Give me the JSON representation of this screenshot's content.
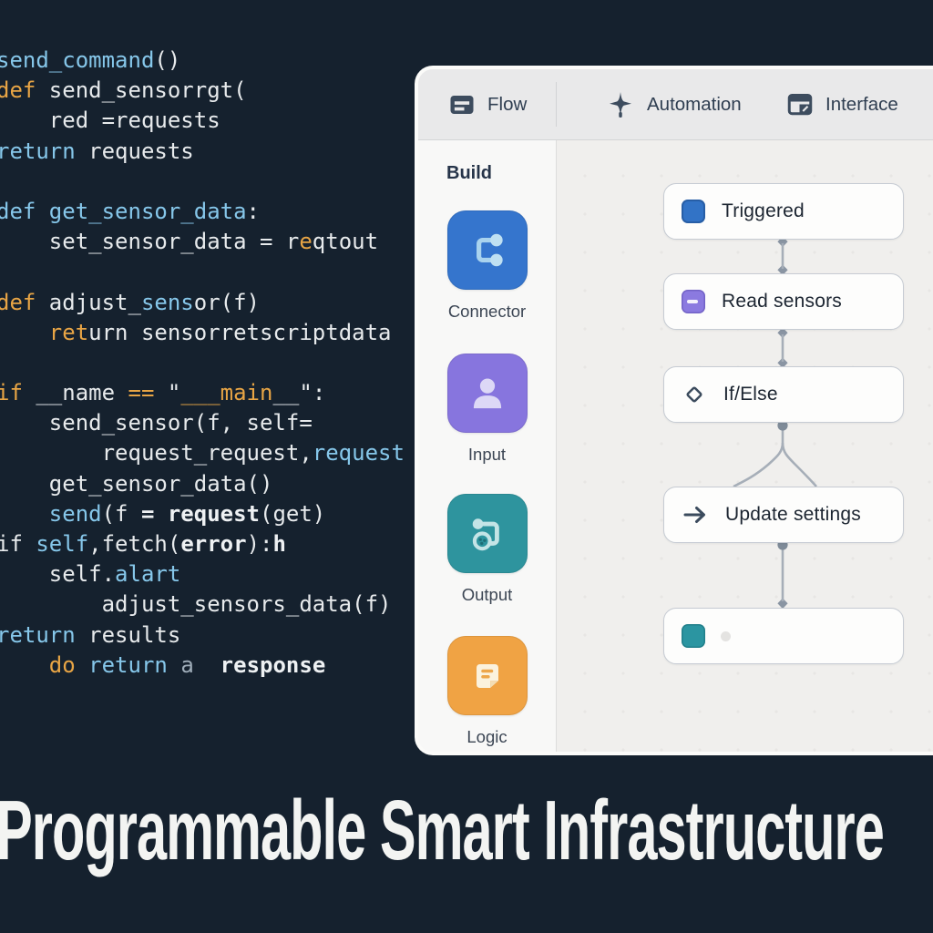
{
  "app": {
    "headline": "Programmable Smart Infrastructure"
  },
  "colors": {
    "background": "#15212e",
    "panel_bg": "#f7f7f6",
    "tabbar_bg": "#e9e9ea",
    "canvas_bg": "#f0efed",
    "code_keyword_orange": "#e8a545",
    "code_builtin_blue": "#86c7ea",
    "code_plain": "#e7eaec",
    "connector_blue": "#3575cd",
    "input_purple": "#8775de",
    "output_teal": "#2e949e",
    "logic_orange": "#f0a344",
    "node_text": "#1c2531",
    "wire_gray": "#a6aeb8"
  },
  "code": {
    "lines": [
      [
        [
          "b",
          "send_command"
        ],
        [
          "w",
          "()"
        ]
      ],
      [
        [
          "o",
          "def"
        ],
        [
          "w",
          " send_sensorrgt("
        ]
      ],
      [
        [
          "w",
          "    red =requests"
        ]
      ],
      [
        [
          "b",
          "return"
        ],
        [
          "w",
          " requests"
        ]
      ],
      [],
      [
        [
          "b",
          "def get_sensor_data"
        ],
        [
          "w",
          ":"
        ]
      ],
      [
        [
          "w",
          "    set_sensor_data = r"
        ],
        [
          "o",
          "e"
        ],
        [
          "w",
          "qtout"
        ]
      ],
      [],
      [
        [
          "o",
          "def"
        ],
        [
          "w",
          " adjust_"
        ],
        [
          "b",
          "sens"
        ],
        [
          "w",
          "or(f)"
        ]
      ],
      [
        [
          "w",
          "    "
        ],
        [
          "o",
          "ret"
        ],
        [
          "w",
          "urn sensorretscriptdata"
        ]
      ],
      [],
      [
        [
          "o",
          "if"
        ],
        [
          "w",
          " __name "
        ],
        [
          "o",
          "=="
        ],
        [
          "w",
          " \""
        ],
        [
          "o",
          "___main"
        ],
        [
          "w",
          "__\":"
        ]
      ],
      [
        [
          "w",
          "    send_sensor(f, self="
        ]
      ],
      [
        [
          "w",
          "        request_request,"
        ],
        [
          "b",
          "request"
        ]
      ],
      [
        [
          "w",
          "    get_sensor_data()"
        ]
      ],
      [
        [
          "w",
          "    "
        ],
        [
          "b",
          "send"
        ],
        [
          "w",
          "(f "
        ],
        [
          "wb",
          "= request"
        ],
        [
          "w",
          "(get)"
        ]
      ],
      [
        [
          "w",
          "if "
        ],
        [
          "b",
          "self"
        ],
        [
          "w",
          ",fetch("
        ],
        [
          "wb",
          "error"
        ],
        [
          "w",
          "):"
        ],
        [
          "wb",
          "h"
        ]
      ],
      [
        [
          "w",
          "    self."
        ],
        [
          "b",
          "alart"
        ]
      ],
      [
        [
          "w",
          "        adjust_sensors_data(f)"
        ]
      ],
      [
        [
          "b",
          "return"
        ],
        [
          "w",
          " results"
        ]
      ],
      [
        [
          "w",
          "    "
        ],
        [
          "o",
          "do"
        ],
        [
          "w",
          " "
        ],
        [
          "b",
          "return"
        ],
        [
          "w",
          " "
        ],
        [
          "g",
          "a"
        ],
        [
          "w",
          "  "
        ],
        [
          "wb",
          "response"
        ]
      ]
    ]
  },
  "builder": {
    "tabs": [
      {
        "label": "Flow",
        "icon": "flow-icon"
      },
      {
        "label": "Automation",
        "icon": "automation-icon"
      },
      {
        "label": "Interface",
        "icon": "interface-icon"
      }
    ],
    "sidebar": {
      "heading": "Build",
      "items": [
        {
          "label": "Connector",
          "tile_color": "#3575cd",
          "icon": "branch-icon"
        },
        {
          "label": "Input",
          "tile_color": "#8775de",
          "icon": "person-icon"
        },
        {
          "label": "Output",
          "tile_color": "#2e949e",
          "icon": "loop-path-icon"
        },
        {
          "label": "Logic",
          "tile_color": "#f0a344",
          "icon": "note-icon"
        }
      ]
    },
    "canvas": {
      "nodes": [
        {
          "label": "Triggered",
          "icon": "blue-square",
          "icon_color": "#3273c6"
        },
        {
          "label": "Read sensors",
          "icon": "purple-dash",
          "icon_color": "#8b7ae0"
        },
        {
          "label": "If/Else",
          "icon": "diamond-outline",
          "icon_color": ""
        },
        {
          "label": "Update settings",
          "icon": "arrow-right",
          "icon_color": ""
        },
        {
          "label": "",
          "icon": "teal-square",
          "icon_color": "#2b95a1"
        }
      ]
    }
  }
}
